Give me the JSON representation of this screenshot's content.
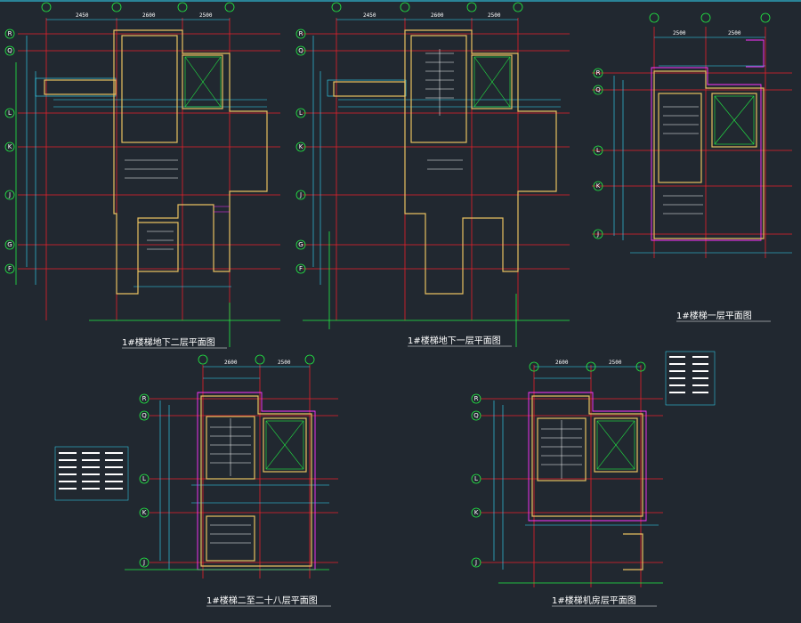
{
  "colors": {
    "background": "#212830",
    "axis": "#e8202a",
    "dimension": "#33e0ff",
    "wall": "#e8c060",
    "wall_fill": "#5a3a20",
    "stair": "#ffffff",
    "text": "#ffffff",
    "grid_bubble": "#22ee44",
    "magenta": "#ff33ff"
  },
  "titles": {
    "p1": "1#楼梯地下二层平面图",
    "p2": "1#楼梯地下一层平面图",
    "p3": "1#楼梯一层平面图",
    "p4": "1#楼梯二至二十八层平面图",
    "p5": "1#楼梯机房层平面图"
  },
  "grid_labels": {
    "p1": [
      "R",
      "Q",
      "L",
      "K",
      "J",
      "G",
      "F"
    ],
    "p2": [
      "R",
      "Q",
      "L",
      "K",
      "J",
      "G",
      "F"
    ],
    "p3": [
      "R",
      "Q",
      "L",
      "K",
      "J"
    ],
    "p4": [
      "R",
      "Q",
      "L",
      "K",
      "J"
    ],
    "p5": [
      "R",
      "Q",
      "L",
      "K",
      "J"
    ]
  },
  "dimensions": {
    "p1": [
      "2450",
      "2600",
      "2500"
    ],
    "p2": [
      "2450",
      "2600",
      "2500"
    ],
    "p3": [
      "2500",
      "2500"
    ],
    "p4": [
      "2600",
      "2500"
    ],
    "p5": [
      "2600",
      "2500"
    ]
  }
}
